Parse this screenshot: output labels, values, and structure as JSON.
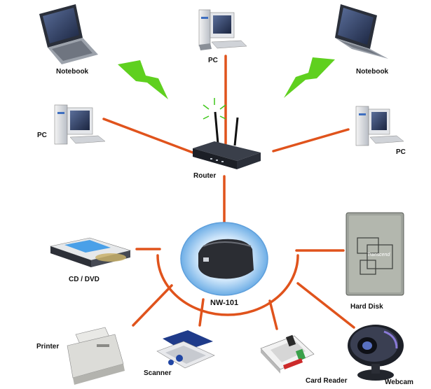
{
  "nodes": {
    "notebook_left": {
      "label": "Notebook"
    },
    "pc_top": {
      "label": "PC"
    },
    "notebook_right": {
      "label": "Notebook"
    },
    "pc_left": {
      "label": "PC"
    },
    "pc_right": {
      "label": "PC"
    },
    "router": {
      "label": "Router"
    },
    "hub": {
      "label": "NW-101"
    },
    "cd_dvd": {
      "label": "CD / DVD"
    },
    "hard_disk": {
      "label": "Hard Disk",
      "brand": "Transcend"
    },
    "printer": {
      "label": "Printer"
    },
    "scanner": {
      "label": "Scanner"
    },
    "card_reader": {
      "label": "Card Reader"
    },
    "webcam": {
      "label": "Webcam"
    }
  },
  "colors": {
    "link": "#e0531c",
    "wireless": "#5fd01f",
    "hub_glow": "#8ec6f0",
    "router_body": "#1c1f26"
  }
}
